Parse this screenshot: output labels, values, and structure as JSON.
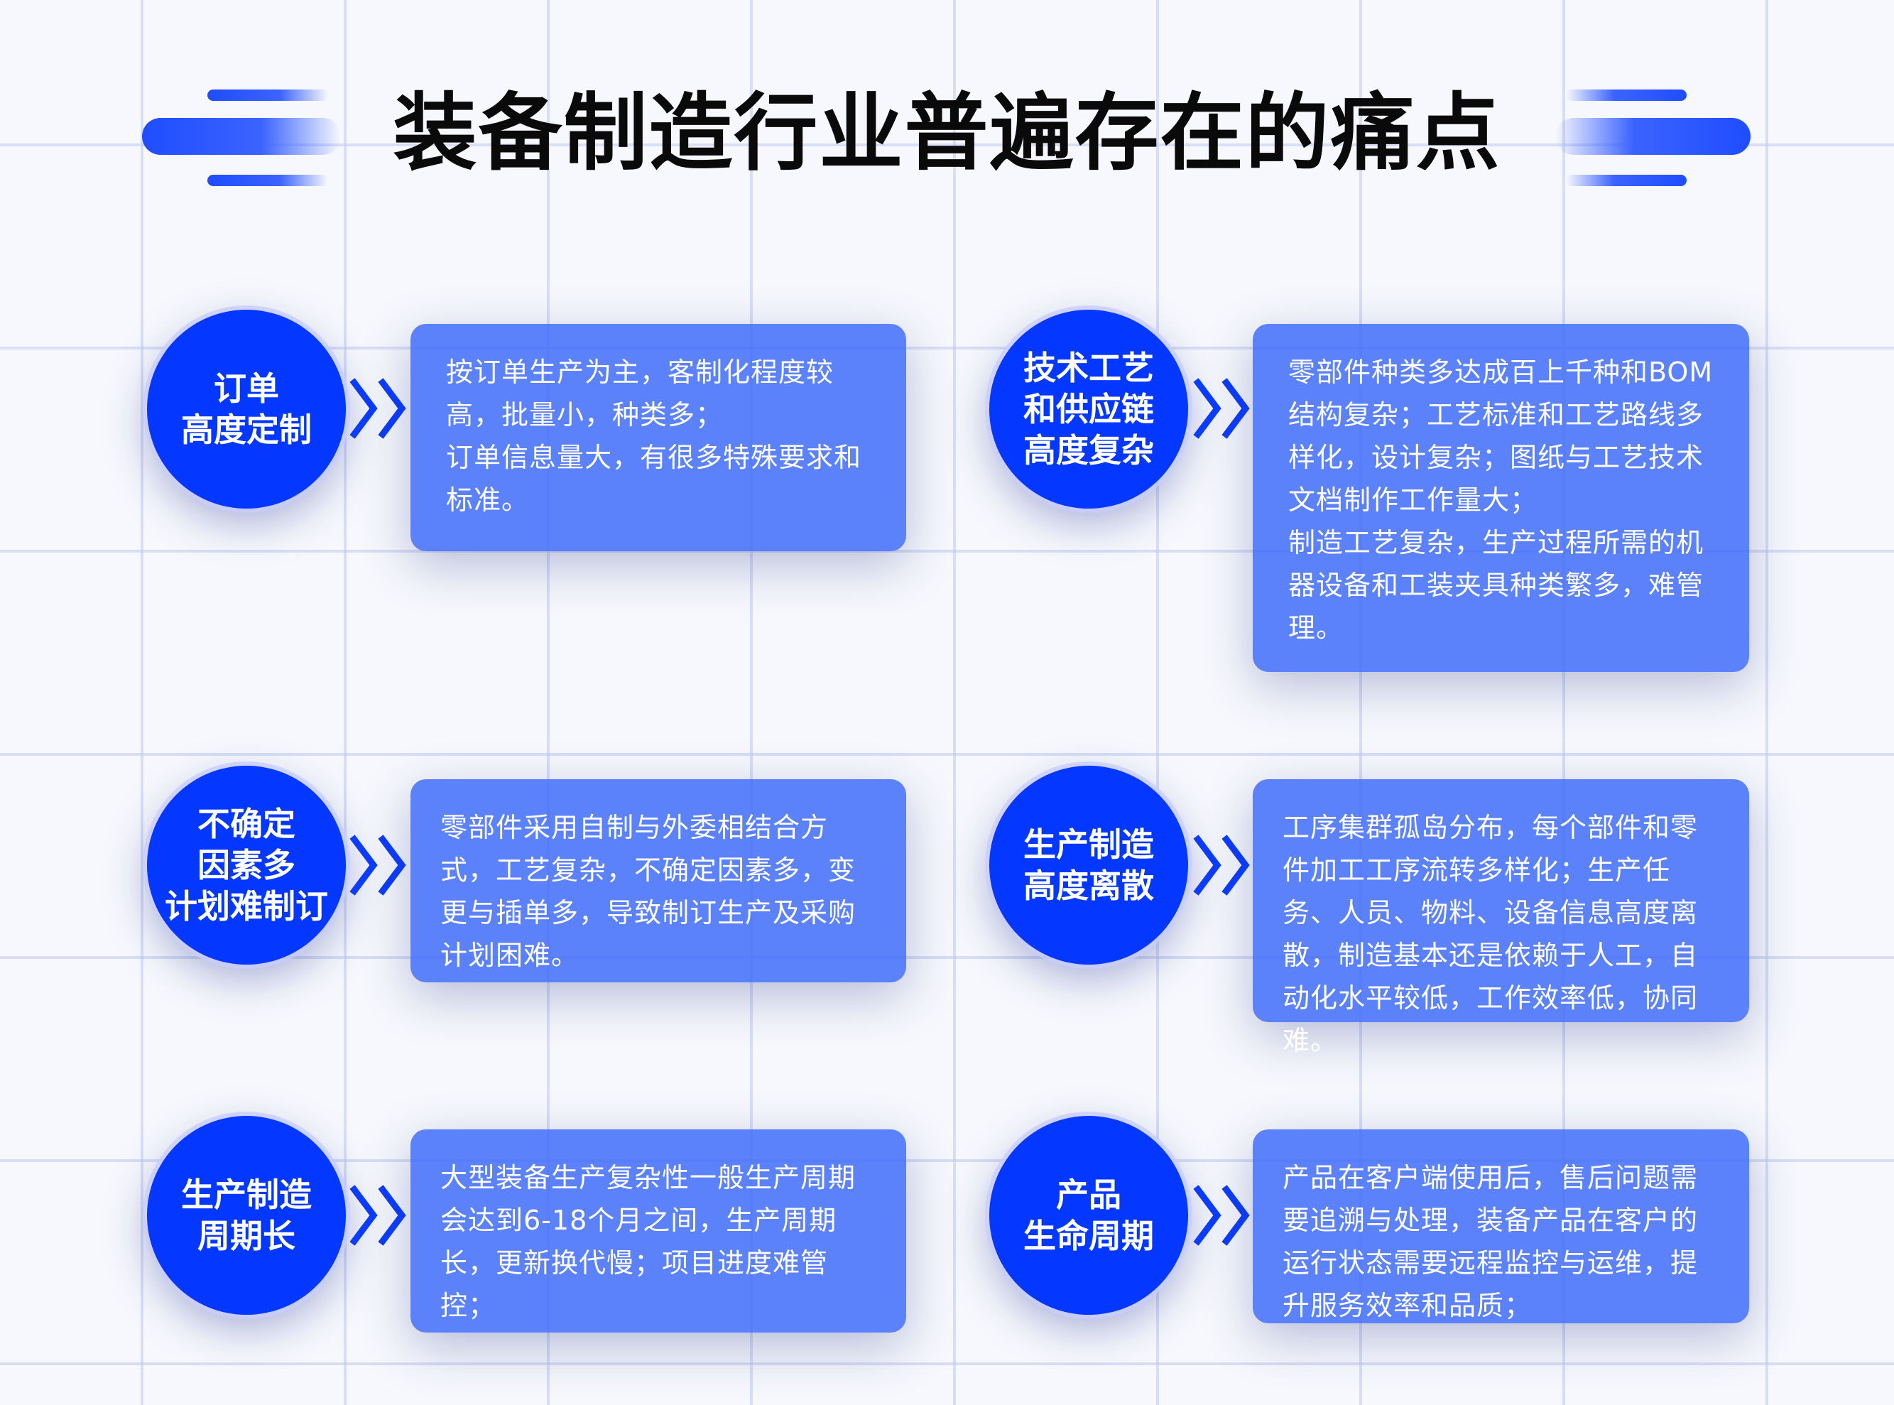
{
  "title": "装备制造行业普遍存在的痛点",
  "accent_color": "#0437ff",
  "box_color": "#5b80fb",
  "items": [
    {
      "label": "订单\n高度定制",
      "text": "按订单生产为主，客制化程度较高，批量小，种类多；\n订单信息量大，有很多特殊要求和标准。"
    },
    {
      "label": "技术工艺\n和供应链\n高度复杂",
      "text": "零部件种类多达成百上千种和BOM结构复杂；工艺标准和工艺路线多样化，设计复杂；图纸与工艺技术文档制作工作量大；\n制造工艺复杂，生产过程所需的机器设备和工装夹具种类繁多，难管理。"
    },
    {
      "label": "不确定\n因素多\n计划难制订",
      "text": "零部件采用自制与外委相结合方式，工艺复杂，不确定因素多，变更与插单多，导致制订生产及采购计划困难。"
    },
    {
      "label": "生产制造\n高度离散",
      "text": "工序集群孤岛分布，每个部件和零件加工工序流转多样化；生产任务、人员、物料、设备信息高度离散，制造基本还是依赖于人工，自动化水平较低，工作效率低，协同难。"
    },
    {
      "label": "生产制造\n周期长",
      "text": "大型装备生产复杂性一般生产周期会达到6-18个月之间，生产周期长，更新换代慢；项目进度难管控；"
    },
    {
      "label": "产品\n生命周期",
      "text": "产品在客户端使用后，售后问题需要追溯与处理，装备产品在客户的运行状态需要远程监控与运维，提升服务效率和品质；"
    }
  ]
}
